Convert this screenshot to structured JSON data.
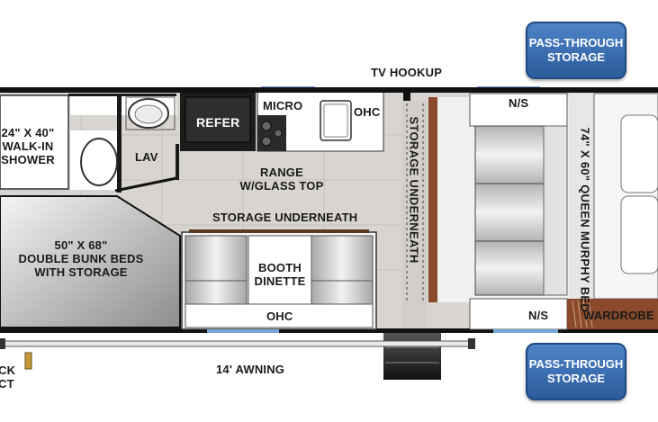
{
  "badges": {
    "top": [
      "PASS-THROUGH",
      "STORAGE"
    ],
    "bottom": [
      "PASS-THROUGH",
      "STORAGE"
    ]
  },
  "labels": {
    "tv_hookup": "TV HOOKUP",
    "shower": [
      "24\" X 40\"",
      "WALK-IN",
      "SHOWER"
    ],
    "lav": "LAV",
    "refer": "REFER",
    "micro": "MICRO",
    "ohc_kitchen": "OHC",
    "range": [
      "RANGE",
      "W/GLASS TOP"
    ],
    "storage_underneath_dinette": "STORAGE UNDERNEATH",
    "storage_underneath_vertical": "STORAGE UNDERNEATH",
    "bunks": [
      "50\" X 68\"",
      "DOUBLE BUNK BEDS",
      "WITH STORAGE"
    ],
    "dinette": [
      "BOOTH",
      "DINETTE"
    ],
    "ohc_dinette": "OHC",
    "ns_top": "N/S",
    "ns_bottom": "N/S",
    "murphy": "74\" X 60\" QUEEN MURPHY BED",
    "wardrobe": "WARDROBE",
    "awning": "14' AWNING",
    "back_partial": [
      "CK",
      "CT"
    ]
  },
  "colors": {
    "badge": "#3a6fb5",
    "wall": "#111111",
    "floor": "#d6d3cf",
    "window": "#7aa7d9",
    "wood": "#8b4a2b"
  }
}
